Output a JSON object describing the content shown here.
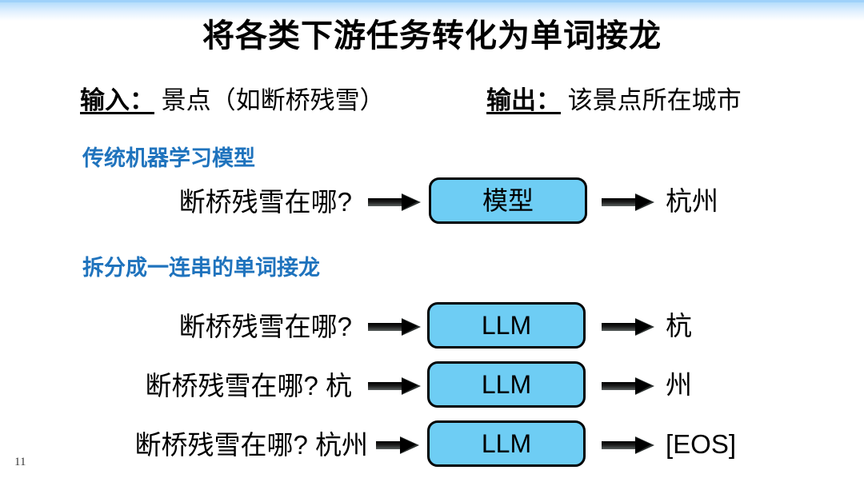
{
  "slide": {
    "title": "将各类下游任务转化为单词接龙",
    "page_number": "11",
    "accent_color": "#1f73bd",
    "box_fill_color": "#6ecdf4",
    "top_band_color": "#a9d8fb"
  },
  "io": {
    "input_label": "输入：",
    "input_value": "景点（如断桥残雪）",
    "output_label": "输出：",
    "output_value": "该景点所在城市"
  },
  "sections": [
    {
      "heading": "传统机器学习模型"
    },
    {
      "heading": "拆分成一连串的单词接龙"
    }
  ],
  "flows": [
    {
      "prompt": "断桥残雪在哪?",
      "arrow_in": "right-arrow-icon",
      "box": "模型",
      "arrow_out": "right-arrow-icon",
      "output": "杭州"
    },
    {
      "prompt": "断桥残雪在哪?",
      "arrow_in": "right-arrow-icon",
      "box": "LLM",
      "arrow_out": "right-arrow-icon",
      "output": "杭"
    },
    {
      "prompt": "断桥残雪在哪? 杭",
      "arrow_in": "right-arrow-icon",
      "box": "LLM",
      "arrow_out": "right-arrow-icon",
      "output": "州"
    },
    {
      "prompt": "断桥残雪在哪? 杭州",
      "arrow_in": "right-arrow-icon",
      "box": "LLM",
      "arrow_out": "right-arrow-icon",
      "output": "[EOS]"
    }
  ]
}
